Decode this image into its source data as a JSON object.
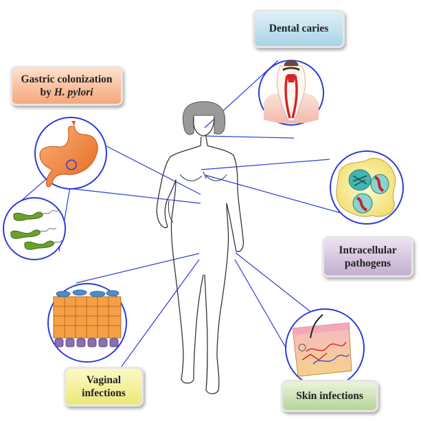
{
  "labels": {
    "dental_caries": "Dental caries",
    "gastric_line1": "Gastric colonization",
    "gastric_line2_prefix": "by ",
    "gastric_line2_italic": "H. pylori",
    "intracellular_line1": "Intracellular",
    "intracellular_line2": "pathogens",
    "vaginal_line1": "Vaginal",
    "vaginal_line2": "infections",
    "skin_infections": "Skin infections"
  },
  "icons": [
    "tooth-icon",
    "stomach-icon",
    "helicobacter-bacteria-icon",
    "infected-cell-icon",
    "vaginal-epithelium-icon",
    "skin-section-icon",
    "female-silhouette-icon"
  ],
  "colors": {
    "connector_line": "#2b3bd6",
    "circle_border": "#2b3bd6",
    "dental_box": "#bcdcea",
    "gastric_box": "#f7b58e",
    "intracellular_box": "#cdb9d8",
    "vaginal_box": "#f0ec8e",
    "skin_box": "#c2dba4",
    "stomach": "#f47b2a",
    "bacteria": "#6aa02c"
  }
}
